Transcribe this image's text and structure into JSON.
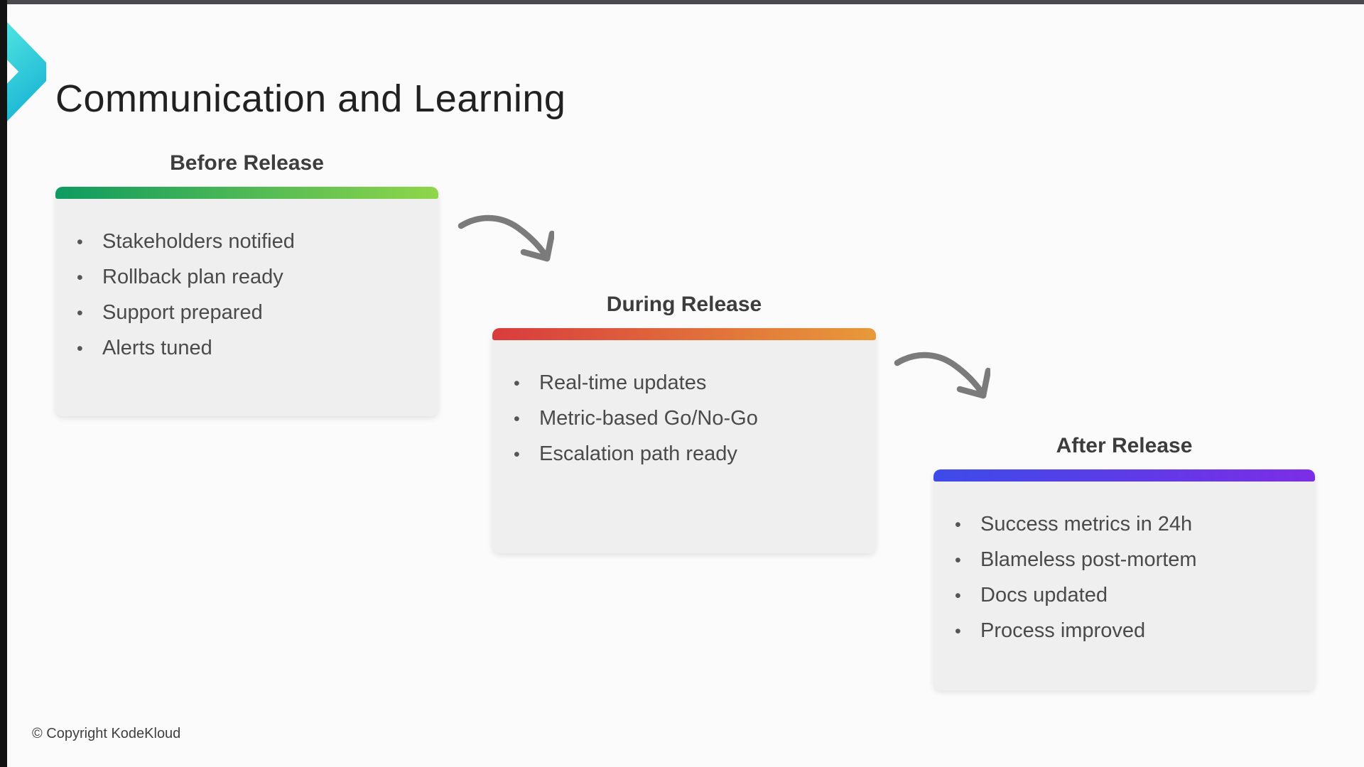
{
  "slide": {
    "title": "Communication and Learning",
    "footer": "© Copyright KodeKloud"
  },
  "cards": [
    {
      "title": "Before Release",
      "accent_from": "#0d9b60",
      "accent_to": "#90d64a",
      "items": [
        "Stakeholders notified",
        "Rollback plan ready",
        "Support prepared",
        "Alerts tuned"
      ]
    },
    {
      "title": "During Release",
      "accent_from": "#d93b3d",
      "accent_to": "#e79a39",
      "items": [
        "Real-time updates",
        "Metric-based Go/No-Go",
        "Escalation path ready"
      ]
    },
    {
      "title": "After Release",
      "accent_from": "#3d4be8",
      "accent_to": "#7c2de6",
      "items": [
        "Success metrics in 24h",
        "Blameless post-mortem",
        "Docs updated",
        "Process improved"
      ]
    }
  ],
  "icons": {
    "logo": "kodekloud-chevron-logo",
    "arrow": "curved-arrow"
  },
  "colors": {
    "frame_top": "#4a4a4c",
    "frame_left": "#121212",
    "logo_gradient_from": "#59ece2",
    "logo_gradient_to": "#1fb9d6",
    "card_body": "#efefef",
    "arrow_gray": "#7b7b7b",
    "background": "#fbfbfb"
  }
}
